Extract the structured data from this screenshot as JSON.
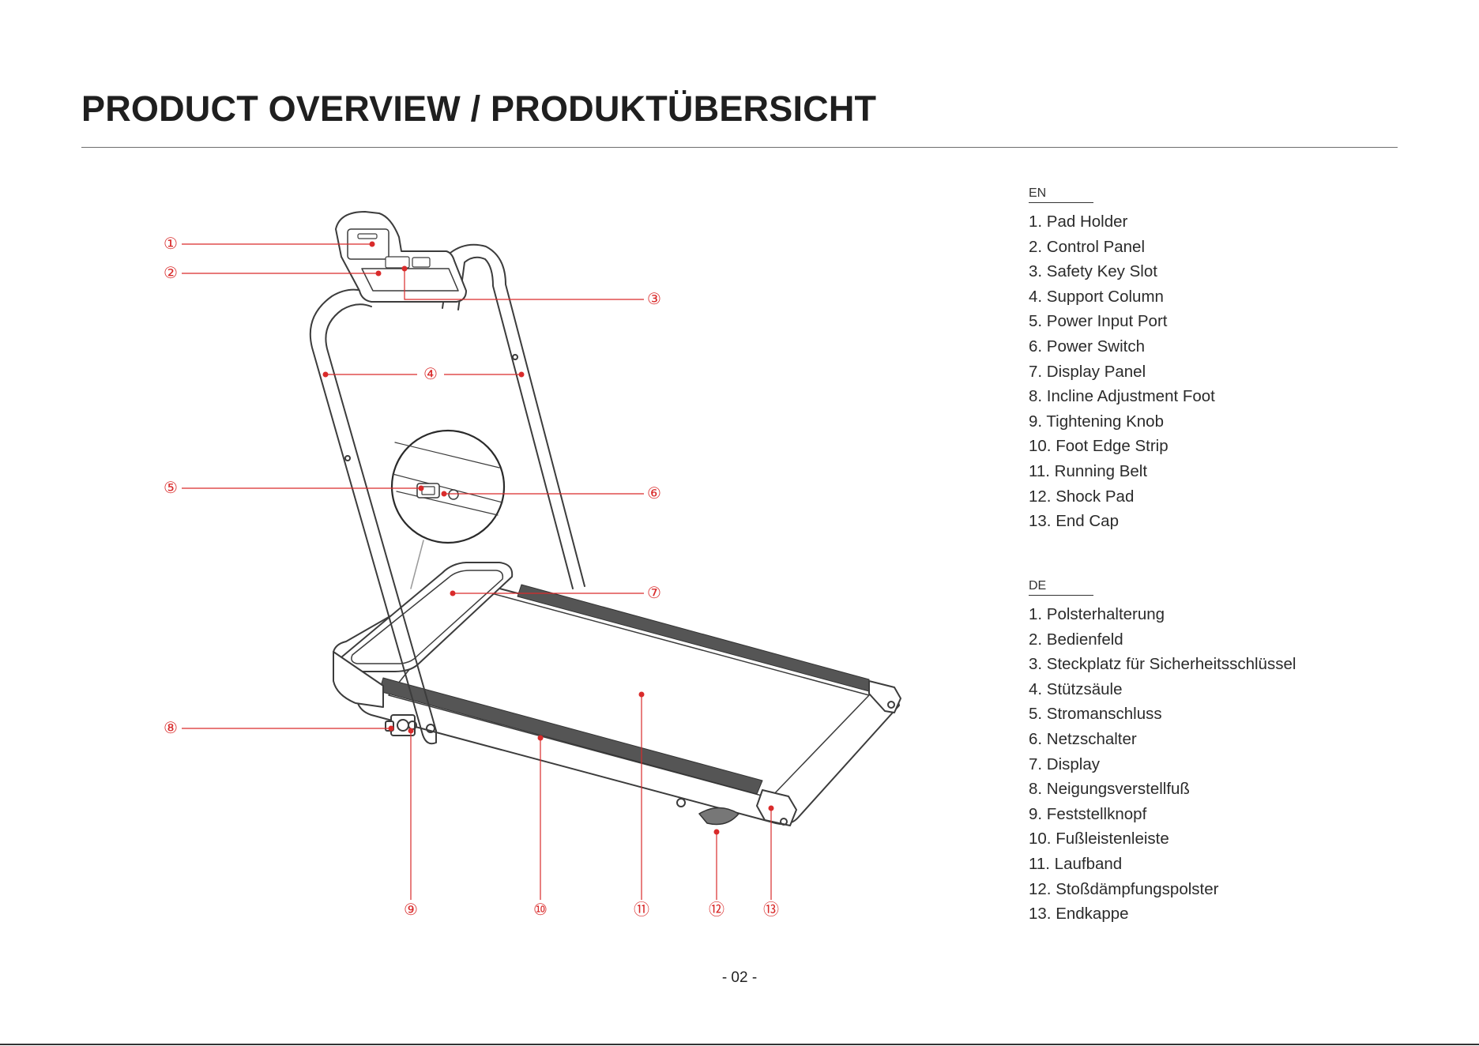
{
  "page": {
    "title": "PRODUCT OVERVIEW / PRODUKTÜBERSICHT",
    "page_number": "- 02 -"
  },
  "colors": {
    "callout": "#d92b2b",
    "drawing": "#3c3c3c",
    "belt": "#555555"
  },
  "callouts": [
    "①",
    "②",
    "③",
    "④",
    "⑤",
    "⑥",
    "⑦",
    "⑧",
    "⑨",
    "⑩",
    "⑪",
    "⑫",
    "⑬"
  ],
  "legend": {
    "en": {
      "lang": "EN",
      "items": [
        "1. Pad Holder",
        "2. Control Panel",
        "3. Safety Key Slot",
        "4. Support Column",
        "5. Power Input Port",
        "6. Power Switch",
        "7. Display Panel",
        "8. Incline Adjustment Foot",
        "9. Tightening Knob",
        "10. Foot Edge Strip",
        "11. Running Belt",
        "12. Shock Pad",
        "13. End Cap"
      ]
    },
    "de": {
      "lang": "DE",
      "items": [
        "1. Polsterhalterung",
        "2. Bedienfeld",
        "3. Steckplatz für Sicherheitsschlüssel",
        "4. Stützsäule",
        "5. Stromanschluss",
        "6. Netzschalter",
        "7. Display",
        "8. Neigungsverstellfuß",
        "9. Feststellknopf",
        "10. Fußleistenleiste",
        "11. Laufband",
        "12. Stoßdämpfungspolster",
        "13. Endkappe"
      ]
    }
  }
}
